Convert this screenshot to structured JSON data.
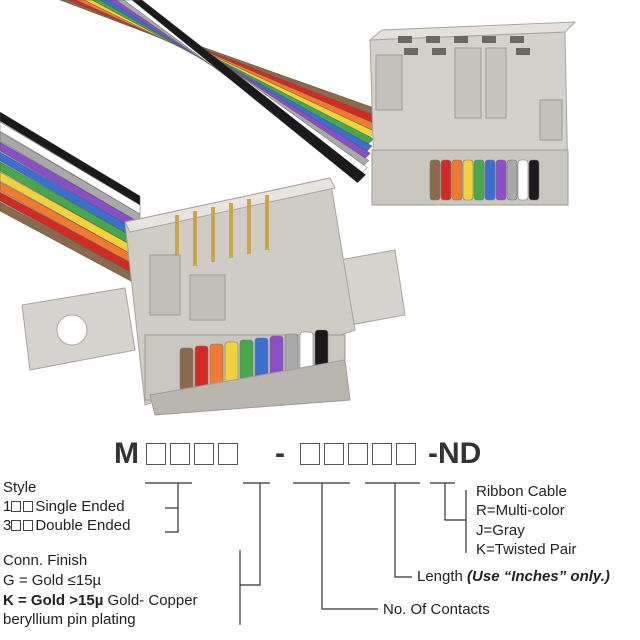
{
  "part_number": {
    "prefix": "M",
    "dash": "-",
    "suffix": "-ND"
  },
  "style": {
    "heading": "Style",
    "options": [
      {
        "code": "1",
        "label": "Single Ended"
      },
      {
        "code": "3",
        "label": "Double Ended"
      }
    ]
  },
  "conn_finish": {
    "heading": "Conn. Finish",
    "option_g": "G = Gold ≤15µ",
    "option_k_bold": "K = Gold >15µ",
    "option_k_rest": " Gold- Copper",
    "option_k_line2": "beryllium pin plating"
  },
  "contacts": {
    "label": "No. Of Contacts"
  },
  "length": {
    "label": "Length ",
    "note": "(Use “Inches” only.)"
  },
  "ribbon": {
    "heading": "Ribbon Cable",
    "options": [
      "R=Multi-color",
      "J=Gray",
      "K=Twisted Pair"
    ]
  },
  "colors": {
    "wires": [
      "#8a6a4a",
      "#d42a24",
      "#f07a30",
      "#f2d23a",
      "#45a84a",
      "#3a6fd0",
      "#8a4fc6",
      "#a9a9a9",
      "#ffffff",
      "#1a1a1a"
    ],
    "housing": "#d9d6d1",
    "pin": "#c9a648",
    "text": "#222222"
  }
}
